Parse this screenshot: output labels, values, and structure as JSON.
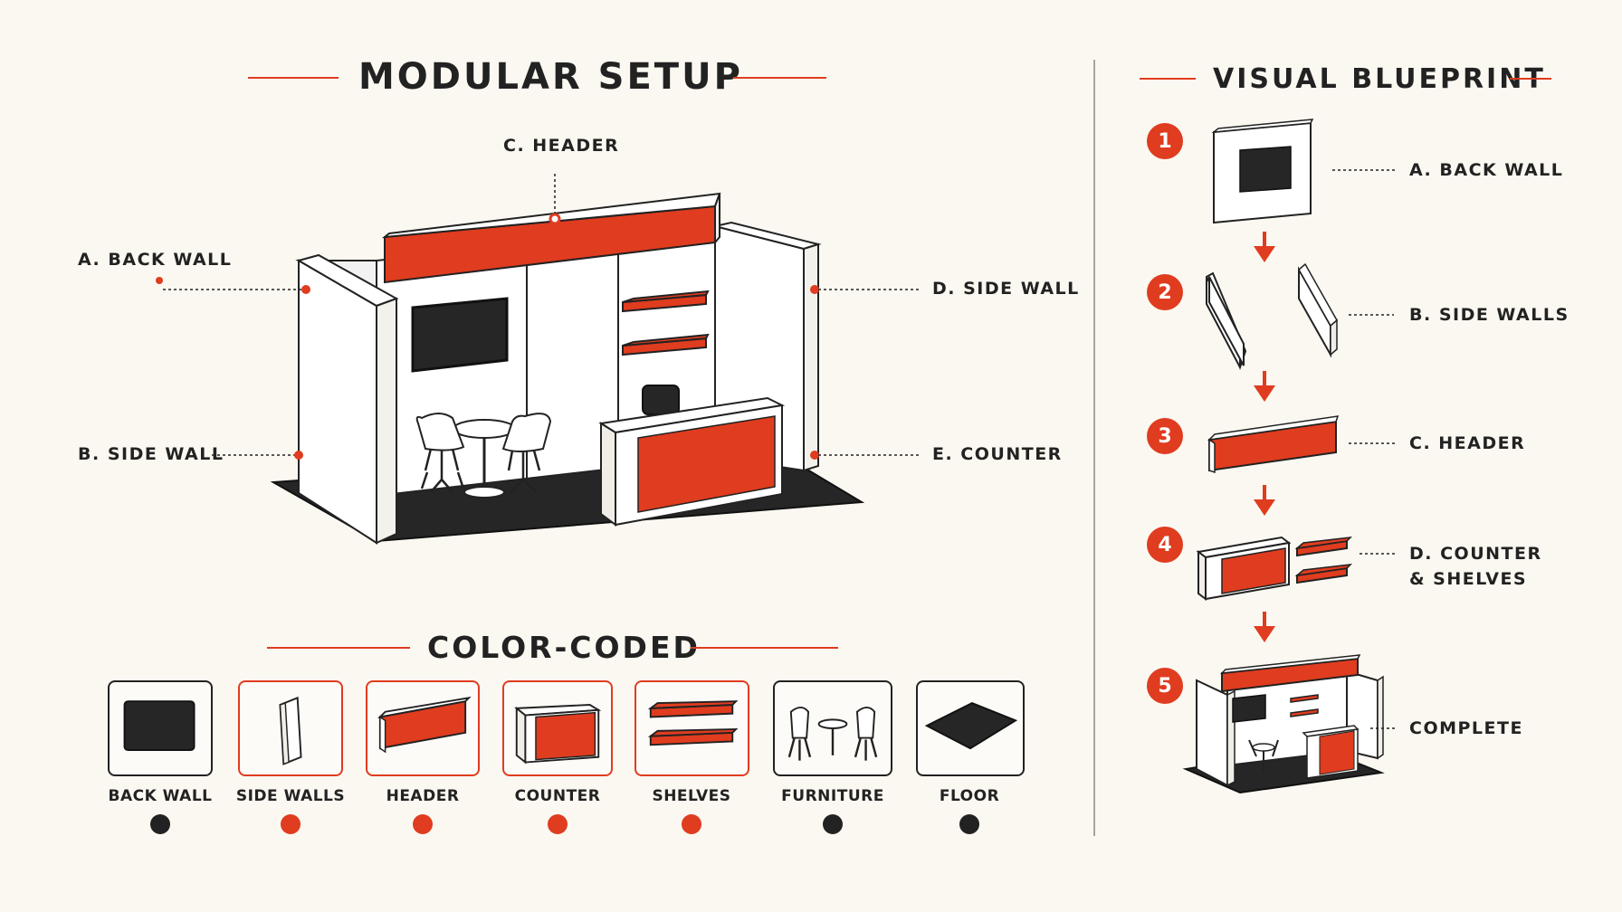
{
  "modular": {
    "title": "MODULAR SETUP",
    "callouts": {
      "header": "C. HEADER",
      "back_wall": "A. BACK WALL",
      "side_wall_left": "B. SIDE WALL",
      "side_wall_right": "D. SIDE WALL",
      "counter": "E. COUNTER"
    }
  },
  "legend": {
    "title": "COLOR-CODED",
    "items": [
      {
        "label": "BACK WALL",
        "color": "#222222"
      },
      {
        "label": "SIDE WALLS",
        "color": "#e03c1f"
      },
      {
        "label": "HEADER",
        "color": "#e03c1f"
      },
      {
        "label": "COUNTER",
        "color": "#e03c1f"
      },
      {
        "label": "SHELVES",
        "color": "#e03c1f"
      },
      {
        "label": "FURNITURE",
        "color": "#222222"
      },
      {
        "label": "FLOOR",
        "color": "#222222"
      }
    ]
  },
  "blueprint": {
    "title": "VISUAL BLUEPRINT",
    "steps": [
      {
        "number": "1",
        "label": "A. BACK WALL"
      },
      {
        "number": "2",
        "label": "B. SIDE WALLS"
      },
      {
        "number": "3",
        "label": "C. HEADER"
      },
      {
        "number": "4",
        "label_line1": "D. COUNTER",
        "label_line2": "& SHELVES"
      },
      {
        "number": "5",
        "label": "COMPLETE"
      }
    ]
  },
  "colors": {
    "accent": "#e03c1f",
    "dark": "#222222",
    "background": "#fbf8f1"
  }
}
